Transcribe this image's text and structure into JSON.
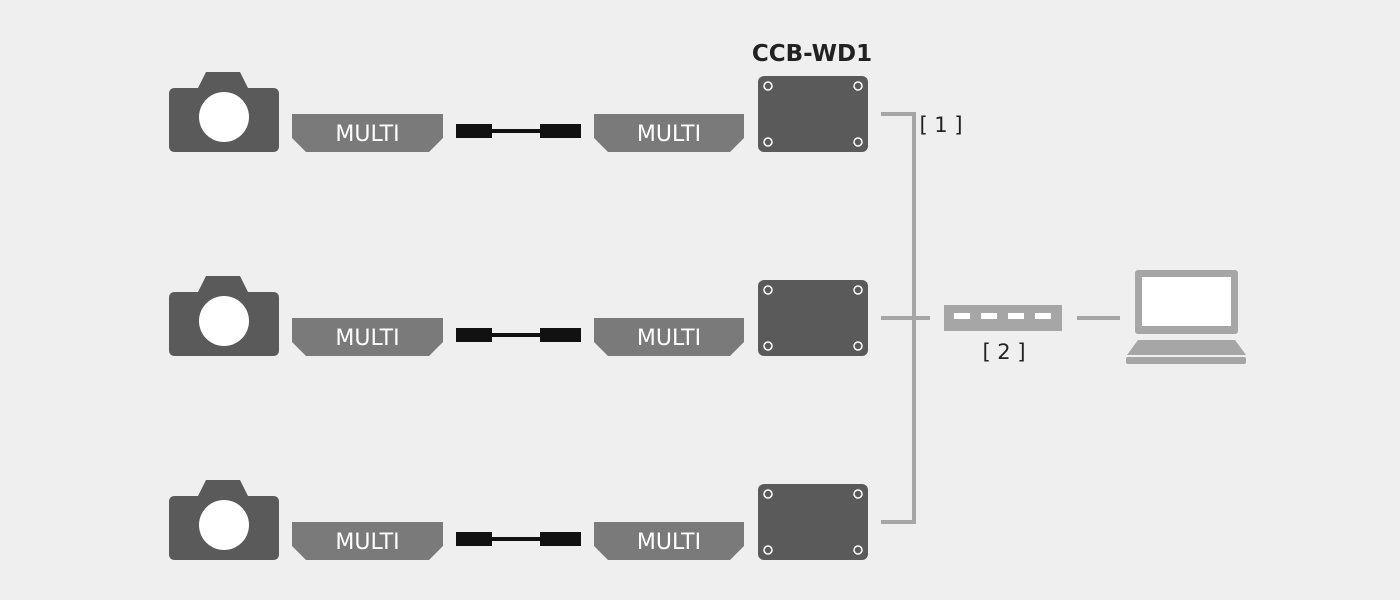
{
  "device_model": "CCB-WD1",
  "port_label": "MULTI",
  "callouts": {
    "lan_cable": "[ 1 ]",
    "hub": "[ 2 ]"
  },
  "rows": [
    {
      "camera": "camera-icon",
      "camera_port": "MULTI",
      "cable": "multi-cable-icon",
      "adapter_port": "MULTI",
      "adapter": "ccb-wd1-adapter-icon"
    },
    {
      "camera": "camera-icon",
      "camera_port": "MULTI",
      "cable": "multi-cable-icon",
      "adapter_port": "MULTI",
      "adapter": "ccb-wd1-adapter-icon"
    },
    {
      "camera": "camera-icon",
      "camera_port": "MULTI",
      "cable": "multi-cable-icon",
      "adapter_port": "MULTI",
      "adapter": "ccb-wd1-adapter-icon"
    }
  ],
  "network": {
    "hub_icon": "network-hub-icon",
    "computer_icon": "laptop-icon"
  },
  "colors": {
    "background": "#efefef",
    "device": "#5a5a5a",
    "port_plate": "#7a7a7a",
    "cable": "#111111",
    "network_line": "#a6a6a6",
    "text": "#222222"
  }
}
